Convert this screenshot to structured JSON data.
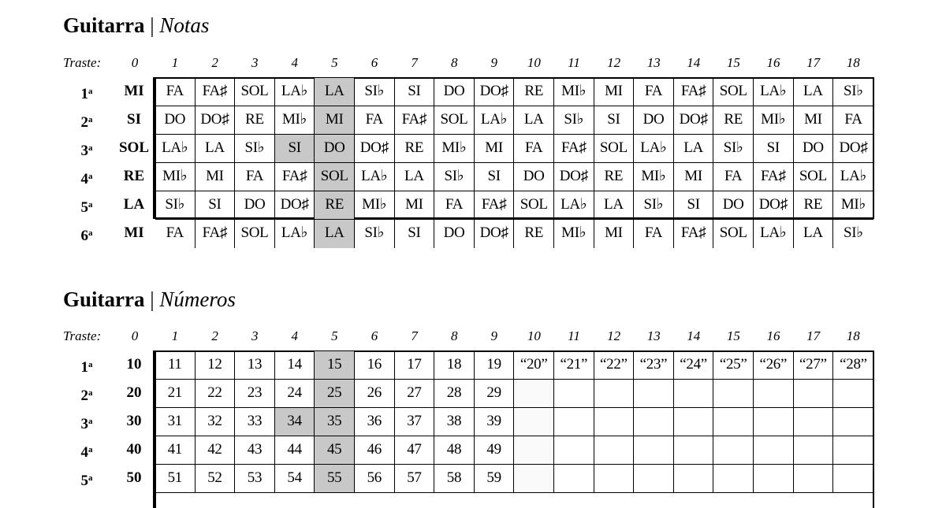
{
  "section1": {
    "title_main": "Guitarra",
    "title_sep": "|",
    "title_sub": "Notas",
    "fret_label": "Traste:",
    "frets": [
      "0",
      "1",
      "2",
      "3",
      "4",
      "5",
      "6",
      "7",
      "8",
      "9",
      "10",
      "11",
      "12",
      "13",
      "14",
      "15",
      "16",
      "17",
      "18"
    ],
    "rows": [
      {
        "string": "1",
        "ord": "a",
        "open": "MI",
        "notes": [
          "FA",
          "FA♯",
          "SOL",
          "LA♭",
          "LA",
          "SI♭",
          "SI",
          "DO",
          "DO♯",
          "RE",
          "MI♭",
          "MI",
          "FA",
          "FA♯",
          "SOL",
          "LA♭",
          "LA",
          "SI♭"
        ]
      },
      {
        "string": "2",
        "ord": "a",
        "open": "SI",
        "notes": [
          "DO",
          "DO♯",
          "RE",
          "MI♭",
          "MI",
          "FA",
          "FA♯",
          "SOL",
          "LA♭",
          "LA",
          "SI♭",
          "SI",
          "DO",
          "DO♯",
          "RE",
          "MI♭",
          "MI",
          "FA"
        ]
      },
      {
        "string": "3",
        "ord": "a",
        "open": "SOL",
        "notes": [
          "LA♭",
          "LA",
          "SI♭",
          "SI",
          "DO",
          "DO♯",
          "RE",
          "MI♭",
          "MI",
          "FA",
          "FA♯",
          "SOL",
          "LA♭",
          "LA",
          "SI♭",
          "SI",
          "DO",
          "DO♯"
        ]
      },
      {
        "string": "4",
        "ord": "a",
        "open": "RE",
        "notes": [
          "MI♭",
          "MI",
          "FA",
          "FA♯",
          "SOL",
          "LA♭",
          "LA",
          "SI♭",
          "SI",
          "DO",
          "DO♯",
          "RE",
          "MI♭",
          "MI",
          "FA",
          "FA♯",
          "SOL",
          "LA♭"
        ]
      },
      {
        "string": "5",
        "ord": "a",
        "open": "LA",
        "notes": [
          "SI♭",
          "SI",
          "DO",
          "DO♯",
          "RE",
          "MI♭",
          "MI",
          "FA",
          "FA♯",
          "SOL",
          "LA♭",
          "LA",
          "SI♭",
          "SI",
          "DO",
          "DO♯",
          "RE",
          "MI♭"
        ]
      },
      {
        "string": "6",
        "ord": "a",
        "open": "MI",
        "notes": [
          "FA",
          "FA♯",
          "SOL",
          "LA♭",
          "LA",
          "SI♭",
          "SI",
          "DO",
          "DO♯",
          "RE",
          "MI♭",
          "MI",
          "FA",
          "FA♯",
          "SOL",
          "LA♭",
          "LA",
          "SI♭"
        ]
      }
    ]
  },
  "section2": {
    "title_main": "Guitarra",
    "title_sep": "|",
    "title_sub": "Números",
    "fret_label": "Traste:",
    "frets": [
      "0",
      "1",
      "2",
      "3",
      "4",
      "5",
      "6",
      "7",
      "8",
      "9",
      "10",
      "11",
      "12",
      "13",
      "14",
      "15",
      "16",
      "17",
      "18"
    ],
    "rows": [
      {
        "string": "1",
        "ord": "a",
        "open": "10",
        "notes": [
          "11",
          "12",
          "13",
          "14",
          "15",
          "16",
          "17",
          "18",
          "19",
          "“20”",
          "“21”",
          "“22”",
          "“23”",
          "“24”",
          "“25”",
          "“26”",
          "“27”",
          "“28”"
        ]
      },
      {
        "string": "2",
        "ord": "a",
        "open": "20",
        "notes": [
          "21",
          "22",
          "23",
          "24",
          "25",
          "26",
          "27",
          "28",
          "29",
          "",
          "",
          "",
          "",
          "",
          "",
          "",
          "",
          ""
        ]
      },
      {
        "string": "3",
        "ord": "a",
        "open": "30",
        "notes": [
          "31",
          "32",
          "33",
          "34",
          "35",
          "36",
          "37",
          "38",
          "39",
          "",
          "",
          "",
          "",
          "",
          "",
          "",
          "",
          ""
        ]
      },
      {
        "string": "4",
        "ord": "a",
        "open": "40",
        "notes": [
          "41",
          "42",
          "43",
          "44",
          "45",
          "46",
          "47",
          "48",
          "49",
          "",
          "",
          "",
          "",
          "",
          "",
          "",
          "",
          ""
        ]
      },
      {
        "string": "5",
        "ord": "a",
        "open": "50",
        "notes": [
          "51",
          "52",
          "53",
          "54",
          "55",
          "56",
          "57",
          "58",
          "59",
          "",
          "",
          "",
          "",
          "",
          "",
          "",
          "",
          ""
        ]
      }
    ]
  },
  "colors": {
    "shade": "#c8c8c8",
    "line": "#000000"
  }
}
